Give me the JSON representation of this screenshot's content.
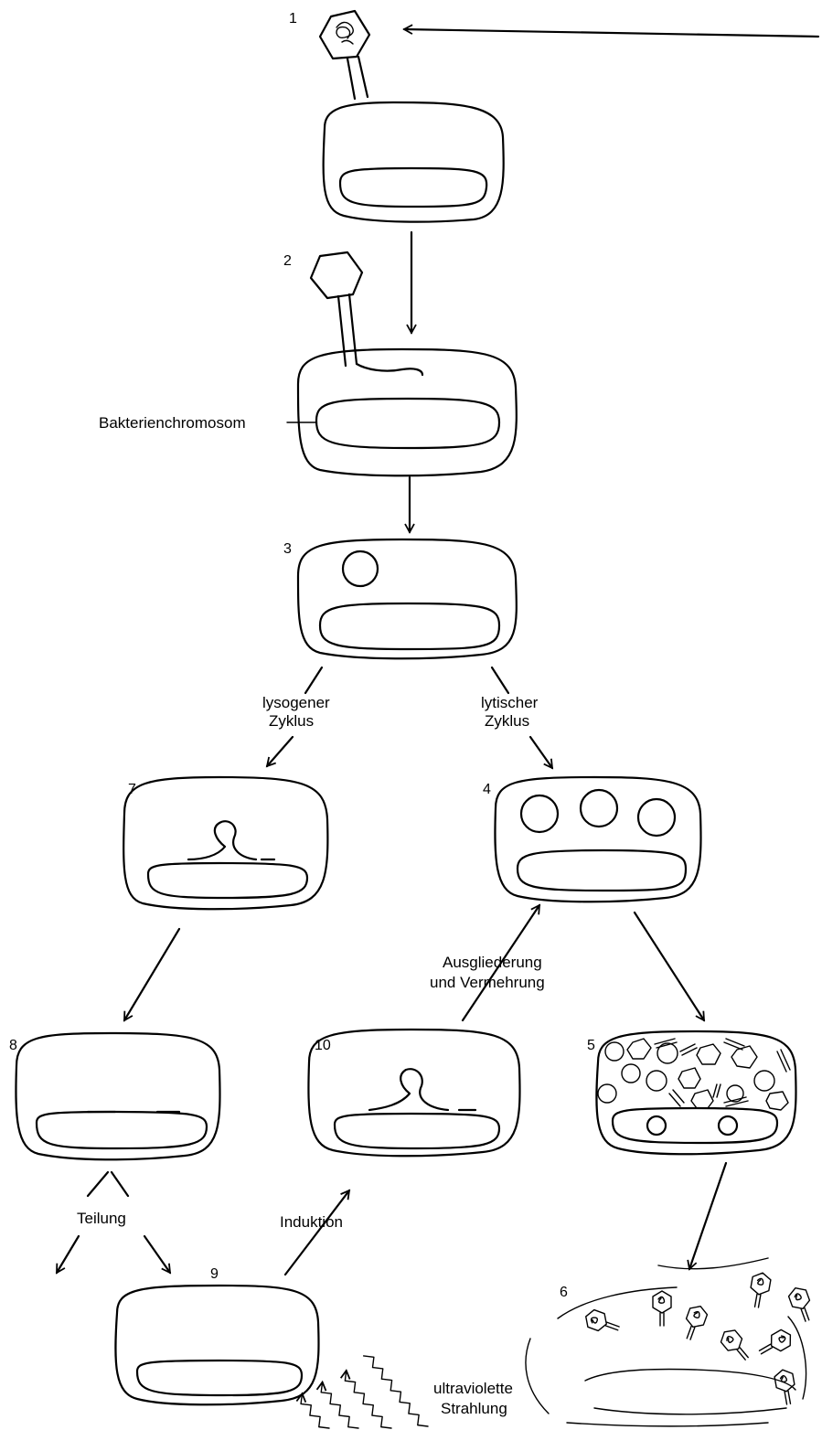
{
  "stages": {
    "s1": "1",
    "s2": "2",
    "s3": "3",
    "s4": "4",
    "s5": "5",
    "s6": "6",
    "s7": "7",
    "s8": "8",
    "s9": "9",
    "s10": "10"
  },
  "labels": {
    "bacterial_chromosome": "Bakterienchromosom",
    "lysogenic_line1": "lysogener",
    "lysogenic_line2": "Zyklus",
    "lytic_line1": "lytischer",
    "lytic_line2": "Zyklus",
    "excision_line1": "Ausgliederung",
    "excision_line2": "und Vermehrung",
    "division": "Teilung",
    "induction": "Induktion",
    "uv_line1": "ultraviolette",
    "uv_line2": "Strahlung"
  }
}
